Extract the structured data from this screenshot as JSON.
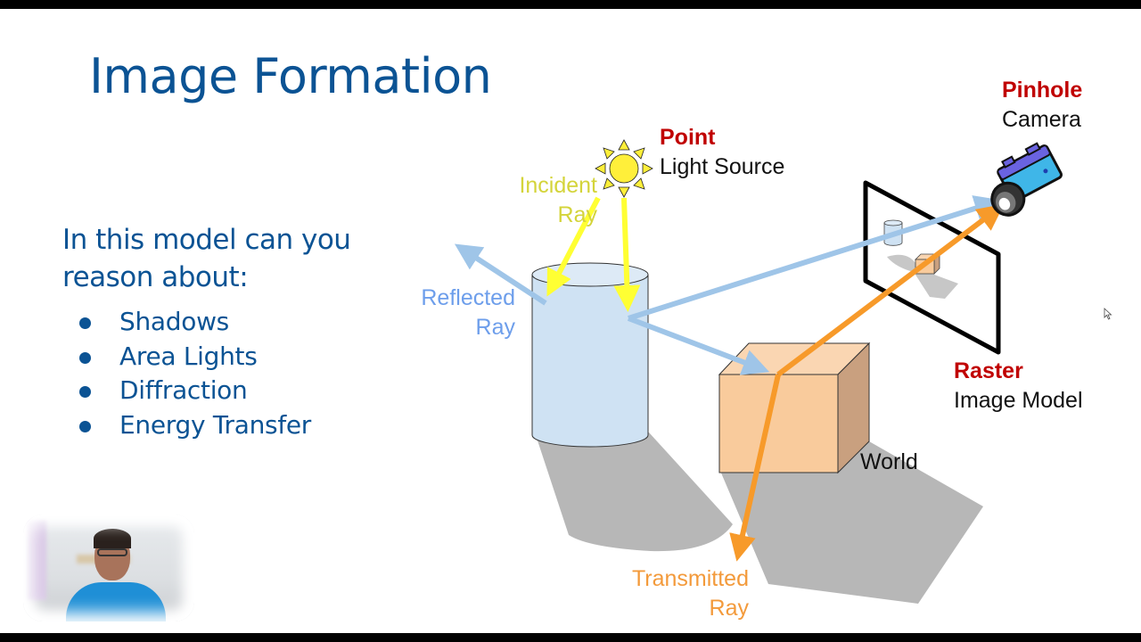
{
  "slide": {
    "title": "Image Formation",
    "intro_line1": "In this model can you",
    "intro_line2": "reason about:",
    "bullets": [
      "Shadows",
      "Area Lights",
      "Diffraction",
      "Energy Transfer"
    ]
  },
  "diagram": {
    "light": {
      "emphasis": "Point",
      "text": "Light Source",
      "icon": "sun-icon"
    },
    "camera": {
      "emphasis": "Pinhole",
      "text": "Camera",
      "icon": "camera-icon"
    },
    "raster": {
      "emphasis": "Raster",
      "text": "Image Model"
    },
    "world": {
      "text": "World"
    },
    "incident": {
      "line1": "Incident",
      "line2": "Ray"
    },
    "reflected": {
      "line1": "Reflected",
      "line2": "Ray"
    },
    "transmitted": {
      "line1": "Transmitted",
      "line2": "Ray"
    },
    "colors": {
      "title": "#0b5394",
      "emphasis": "#c00000",
      "incident_ray": "#ffff33",
      "incident_label": "#d4d43a",
      "reflected_ray": "#9fc5e8",
      "reflected_label": "#6d9eeb",
      "transmitted_ray": "#f79a2a",
      "transmitted_label": "#f39a3b",
      "cylinder": "#cfe2f3",
      "box_front": "#f9cb9c",
      "box_side": "#c9a07f",
      "shadow": "#b7b7b7"
    }
  },
  "webcam": {
    "label": "presenter-video"
  }
}
